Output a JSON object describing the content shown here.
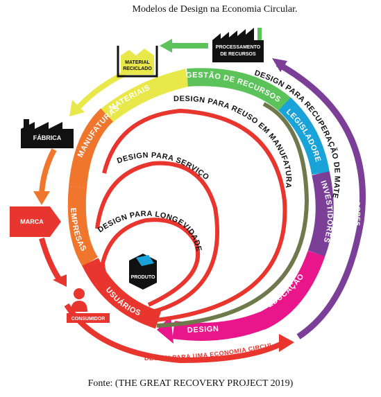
{
  "title": "Modelos de Design na Economia Circular.",
  "source": "Fonte: (THE GREAT RECOVERY PROJECT 2019)",
  "diagram": {
    "icons": {
      "processamento_line1": "PROCESSAMENTO",
      "processamento_line2": "DE RECURSOS",
      "material_line1": "MATERIAL",
      "material_line2": "RECICLADO",
      "fabrica": "FÁBRICA",
      "marca": "MARCA",
      "consumidor": "CONSUMIDOR",
      "produto": "PRODUTO"
    },
    "ring_labels": {
      "materiais": "MATERIAIS",
      "gestao": "GESTÃO DE RECURSOS",
      "manufaturas": "MANUFATURAS",
      "empresas": "EMPRESAS",
      "usuarios": "USUÁRIOS",
      "design": "DESIGN",
      "educacao": "EDUCAÇÃO",
      "investidores": "INVESTIDORES",
      "legisladores": "LEGISLADORES",
      "influenciadores": "INFLUENCIADORES"
    },
    "loop_labels": {
      "recuperacao": "DESIGN PARA RECUPERAÇÃO DE MATERIAL",
      "reuso": "DESIGN PARA REUSO EM MANUFATURA",
      "servicos": "DESIGN PARA SERVIÇOS",
      "longevidade": "DESIGN PARA LONGEVIDADE",
      "economia": "DESIGN PARA UMA ECONOMIA CIRCULAR"
    },
    "colors": {
      "green": "#5cc25a",
      "yellow": "#e8e84a",
      "orange": "#f0752d",
      "red": "#e8352e",
      "magenta": "#e8168a",
      "purple": "#7b3f98",
      "blue": "#1aa3d8",
      "olive": "#6e7a4c",
      "black": "#111111"
    }
  }
}
